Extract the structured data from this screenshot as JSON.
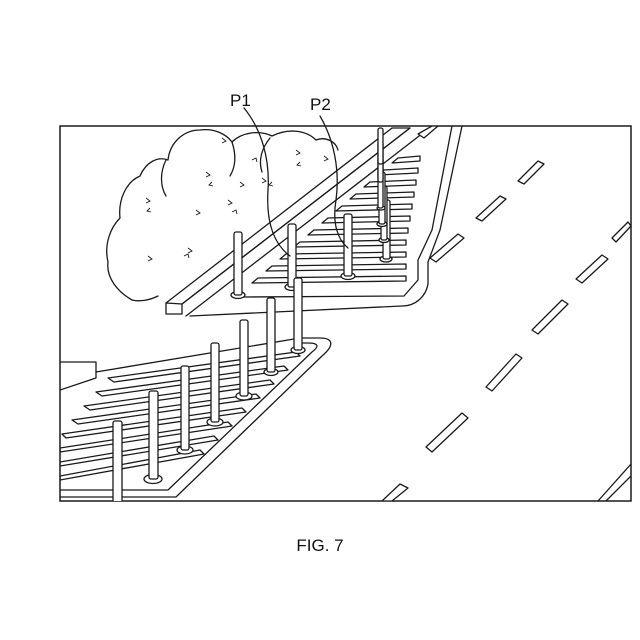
{
  "labels": {
    "p1": "P1",
    "p2": "P2"
  },
  "caption": "FIG. 7",
  "colors": {
    "ink": "#1a1a1a",
    "paper": "#ffffff"
  }
}
